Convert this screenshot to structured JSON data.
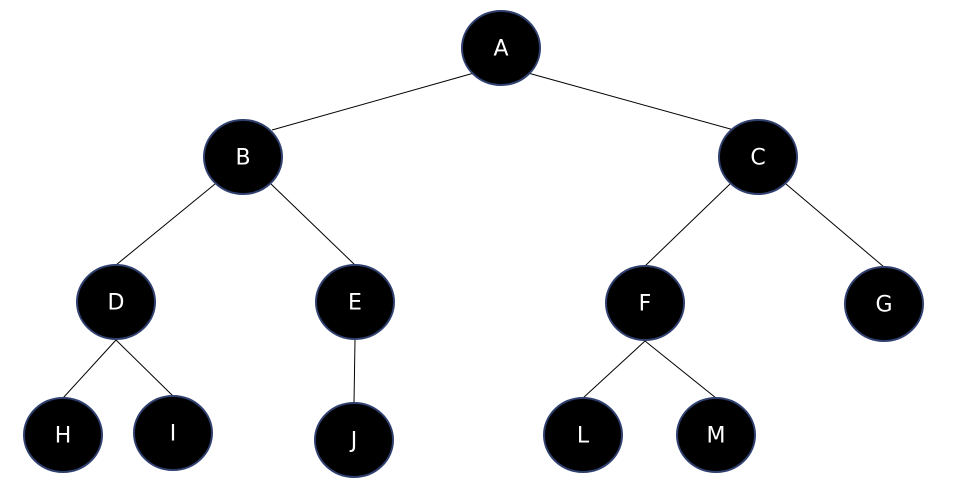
{
  "diagram": {
    "type": "binary-tree",
    "nodes": [
      {
        "id": "A",
        "label": "A"
      },
      {
        "id": "B",
        "label": "B"
      },
      {
        "id": "C",
        "label": "C"
      },
      {
        "id": "D",
        "label": "D"
      },
      {
        "id": "E",
        "label": "E"
      },
      {
        "id": "F",
        "label": "F"
      },
      {
        "id": "G",
        "label": "G"
      },
      {
        "id": "H",
        "label": "H"
      },
      {
        "id": "I",
        "label": "I"
      },
      {
        "id": "J",
        "label": "J"
      },
      {
        "id": "L",
        "label": "L"
      },
      {
        "id": "M",
        "label": "M"
      }
    ],
    "edges": [
      {
        "from": "A",
        "to": "B"
      },
      {
        "from": "A",
        "to": "C"
      },
      {
        "from": "B",
        "to": "D"
      },
      {
        "from": "B",
        "to": "E"
      },
      {
        "from": "C",
        "to": "F"
      },
      {
        "from": "C",
        "to": "G"
      },
      {
        "from": "D",
        "to": "H"
      },
      {
        "from": "D",
        "to": "I"
      },
      {
        "from": "E",
        "to": "J"
      },
      {
        "from": "F",
        "to": "L"
      },
      {
        "from": "F",
        "to": "M"
      }
    ],
    "colors": {
      "node_fill": "#000000",
      "node_border": "#2F3F6E",
      "label": "#FFFFFF",
      "edge": "#000000"
    }
  }
}
